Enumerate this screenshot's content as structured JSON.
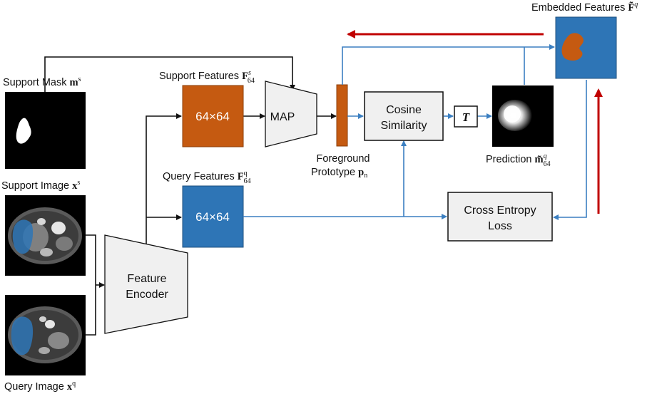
{
  "labels": {
    "support_mask": "Support Mask",
    "support_mask_sym": "m",
    "support_mask_sup": "s",
    "support_image": "Support Image",
    "support_image_sym": "x",
    "support_image_sup": "s",
    "query_image": "Query Image",
    "query_image_sym": "x",
    "query_image_sup": "q",
    "support_features": "Support Features",
    "support_features_sym": "F",
    "support_features_sup": "s",
    "support_features_sub": "64",
    "query_features": "Query Features",
    "query_features_sym": "F",
    "query_features_sup": "q",
    "query_features_sub": "64",
    "foreground_line1": "Foreground",
    "foreground_line2": "Prototype",
    "foreground_sym": "p",
    "foreground_sub": "n",
    "prediction": "Prediction",
    "prediction_sym": "m̃",
    "prediction_sup": "q",
    "prediction_sub": "64",
    "embedded": "Embedded Features",
    "embedded_sym": "F̃",
    "embedded_sup": "q"
  },
  "boxes": {
    "support_feature_size": "64×64",
    "query_feature_size": "64×64",
    "map": "MAP",
    "cosine_line1": "Cosine",
    "cosine_line2": "Similarity",
    "threshold": "T",
    "cross_entropy_line1": "Cross Entropy",
    "cross_entropy_line2": "Loss",
    "encoder_line1": "Feature",
    "encoder_line2": "Encoder"
  },
  "colors": {
    "orange": "#c55a11",
    "blue": "#2e75b6",
    "arrow_blue": "#3b7fc1",
    "arrow_red": "#c00000",
    "gray_box": "#f0f0f0"
  }
}
